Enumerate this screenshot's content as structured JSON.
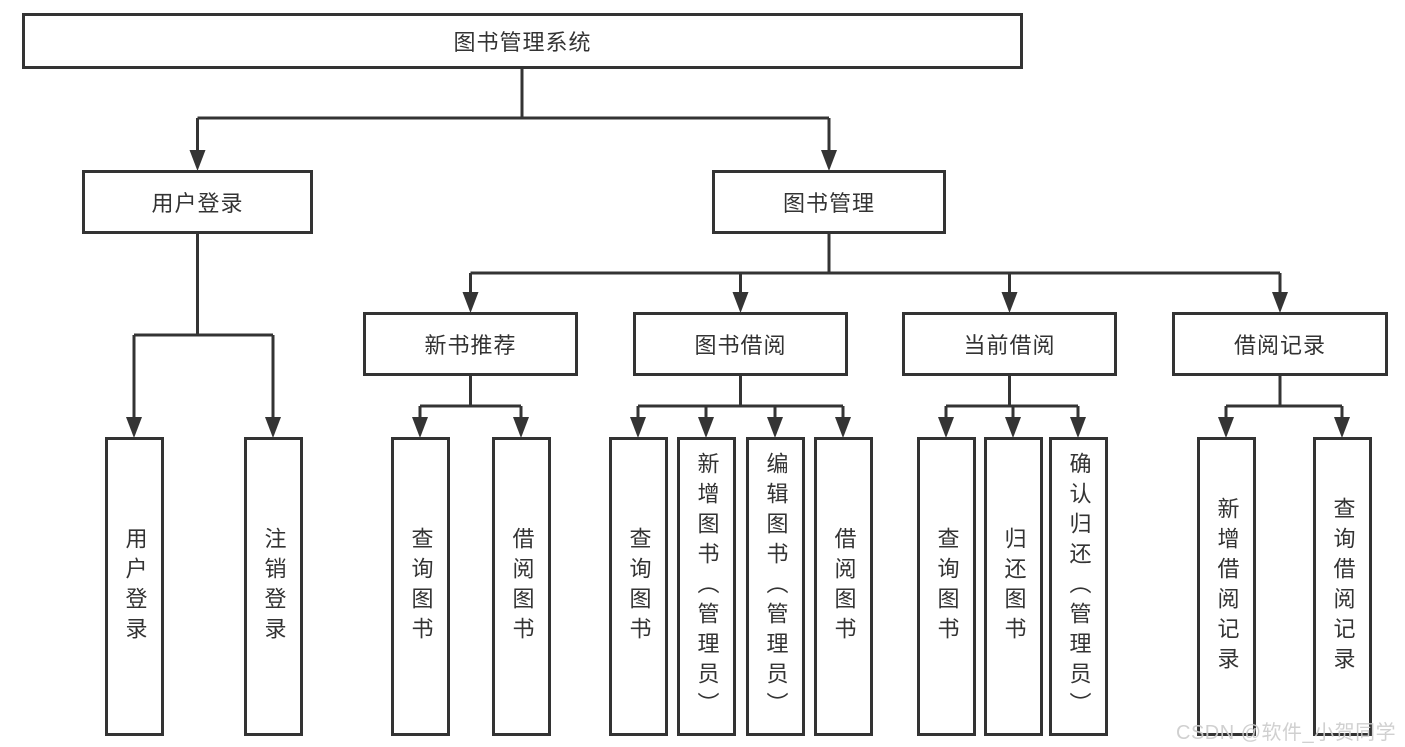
{
  "root": {
    "label": "图书管理系统"
  },
  "level2": [
    {
      "label": "用户登录"
    },
    {
      "label": "图书管理"
    }
  ],
  "level3": [
    {
      "label": "新书推荐",
      "parent": "图书管理"
    },
    {
      "label": "图书借阅",
      "parent": "图书管理"
    },
    {
      "label": "当前借阅",
      "parent": "图书管理"
    },
    {
      "label": "借阅记录",
      "parent": "图书管理"
    }
  ],
  "leaves": [
    {
      "label": "用户登录",
      "parent": "用户登录"
    },
    {
      "label": "注销登录",
      "parent": "用户登录"
    },
    {
      "label": "查询图书",
      "parent": "新书推荐"
    },
    {
      "label": "借阅图书",
      "parent": "新书推荐"
    },
    {
      "label": "查询图书",
      "parent": "图书借阅"
    },
    {
      "label": "新增图书（管理员）",
      "parent": "图书借阅"
    },
    {
      "label": "编辑图书（管理员）",
      "parent": "图书借阅"
    },
    {
      "label": "借阅图书",
      "parent": "图书借阅"
    },
    {
      "label": "查询图书",
      "parent": "当前借阅"
    },
    {
      "label": "归还图书",
      "parent": "当前借阅"
    },
    {
      "label": "确认归还（管理员）",
      "parent": "当前借阅"
    },
    {
      "label": "新增借阅记录",
      "parent": "借阅记录"
    },
    {
      "label": "查询借阅记录",
      "parent": "借阅记录"
    }
  ],
  "watermark": {
    "text": "CSDN @软件_小贺同学"
  },
  "colors": {
    "line": "#343434",
    "box_border": "#333333",
    "box_fill": "#ffffff",
    "text": "#333333",
    "watermark": "#cecece",
    "background": "#ffffff"
  }
}
